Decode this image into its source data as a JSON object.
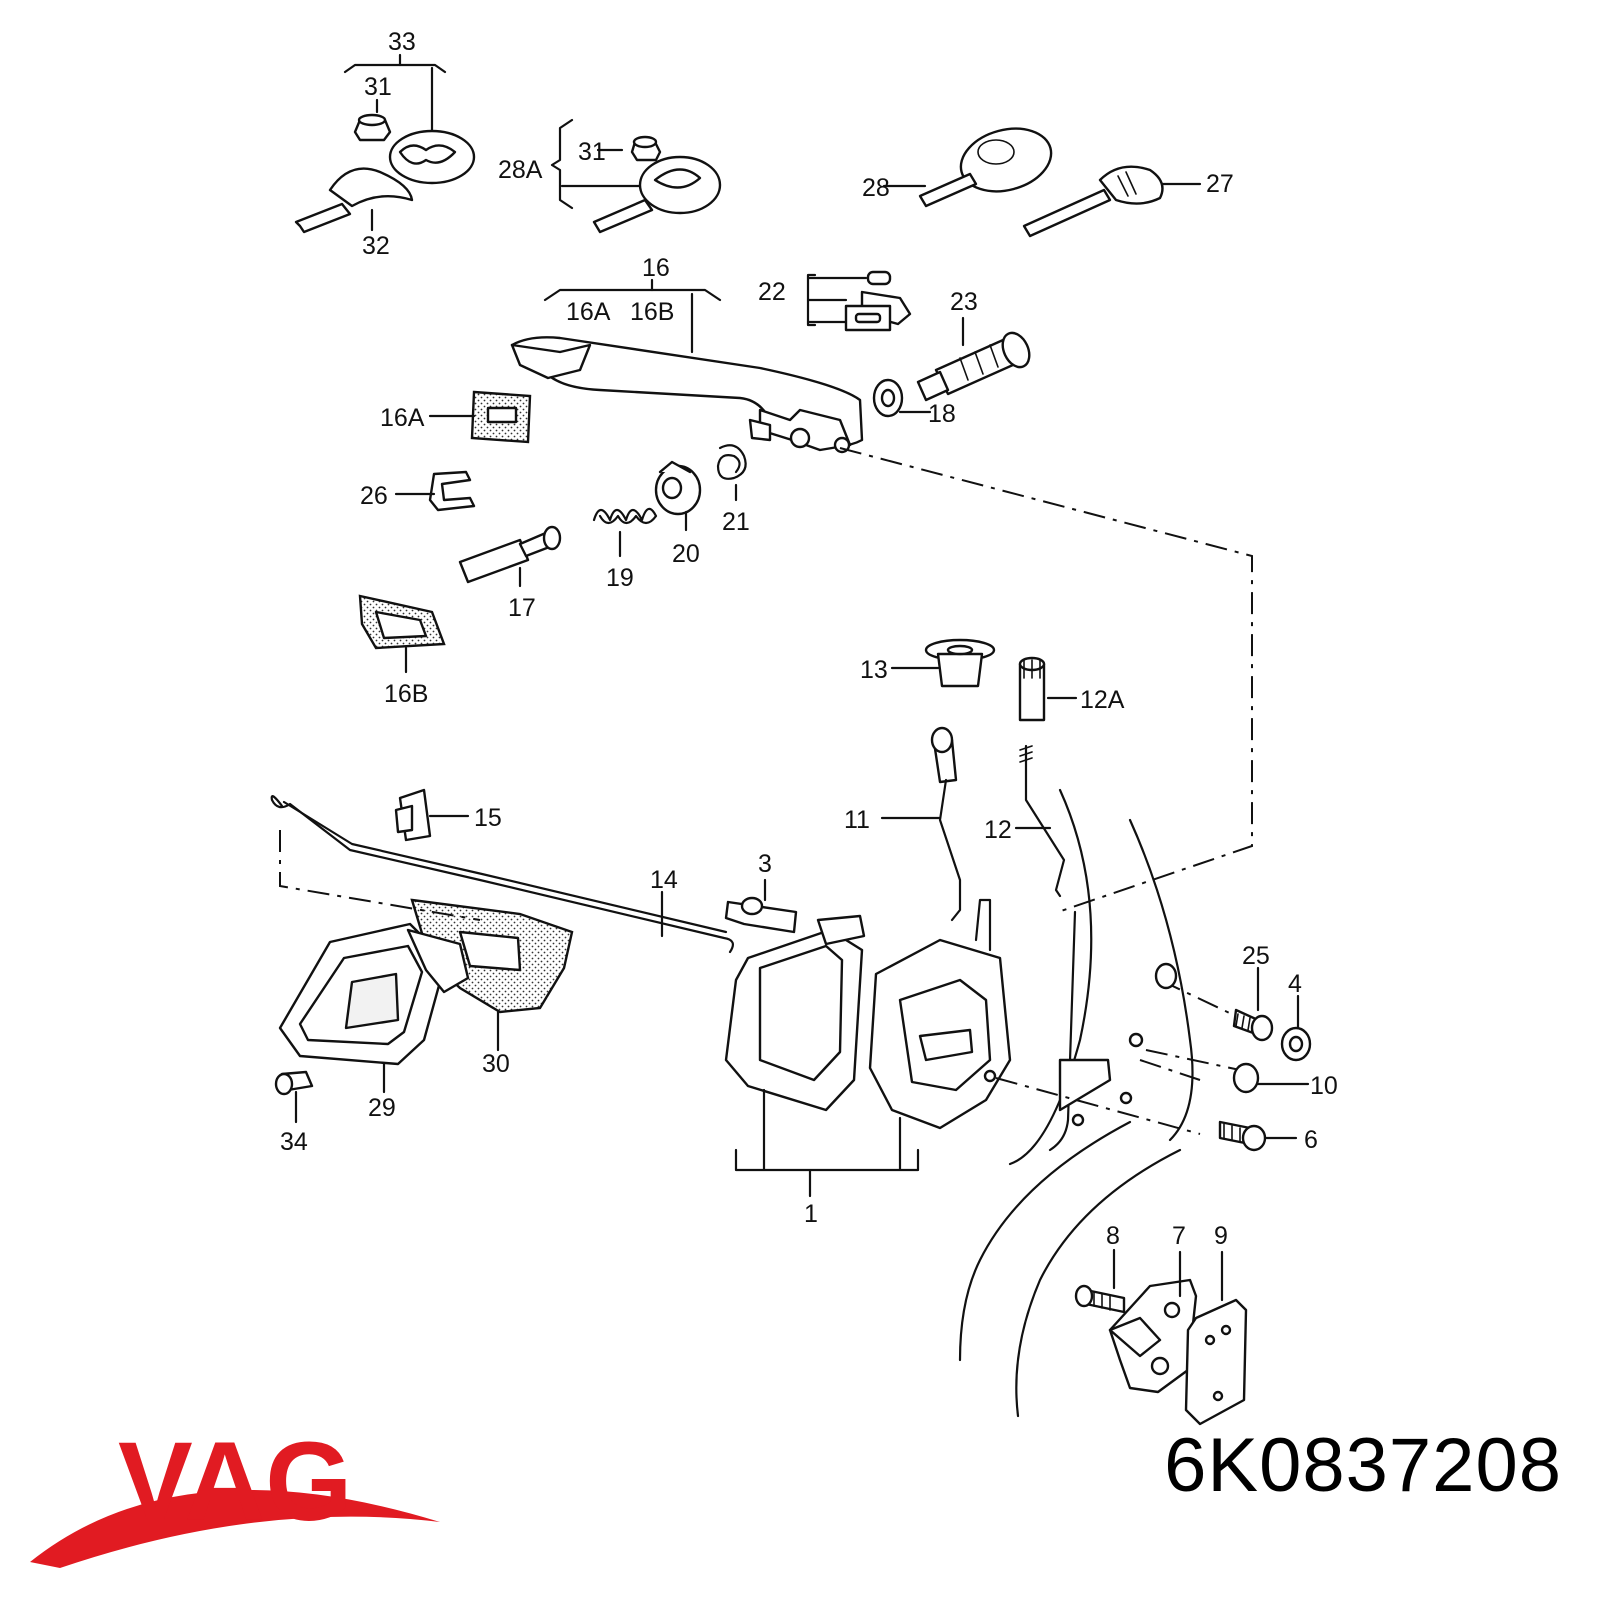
{
  "logo": {
    "text": "VAG",
    "color": "#e11b22"
  },
  "part_number": "6K0837208",
  "callouts": {
    "c33": "33",
    "c31a": "31",
    "c32": "32",
    "c28A": "28A",
    "c31b": "31",
    "c28": "28",
    "c27": "27",
    "c16": "16",
    "c16A_top": "16A",
    "c16B_top": "16B",
    "c22": "22",
    "c23": "23",
    "c18": "18",
    "c16A": "16A",
    "c26": "26",
    "c21": "21",
    "c20": "20",
    "c19": "19",
    "c17": "17",
    "c16B": "16B",
    "c13": "13",
    "c12A": "12A",
    "c15": "15",
    "c11": "11",
    "c12": "12",
    "c14": "14",
    "c3": "3",
    "c25": "25",
    "c4": "4",
    "c10": "10",
    "c6": "6",
    "c30": "30",
    "c29": "29",
    "c34": "34",
    "c1": "1",
    "c8": "8",
    "c7": "7",
    "c9": "9"
  }
}
